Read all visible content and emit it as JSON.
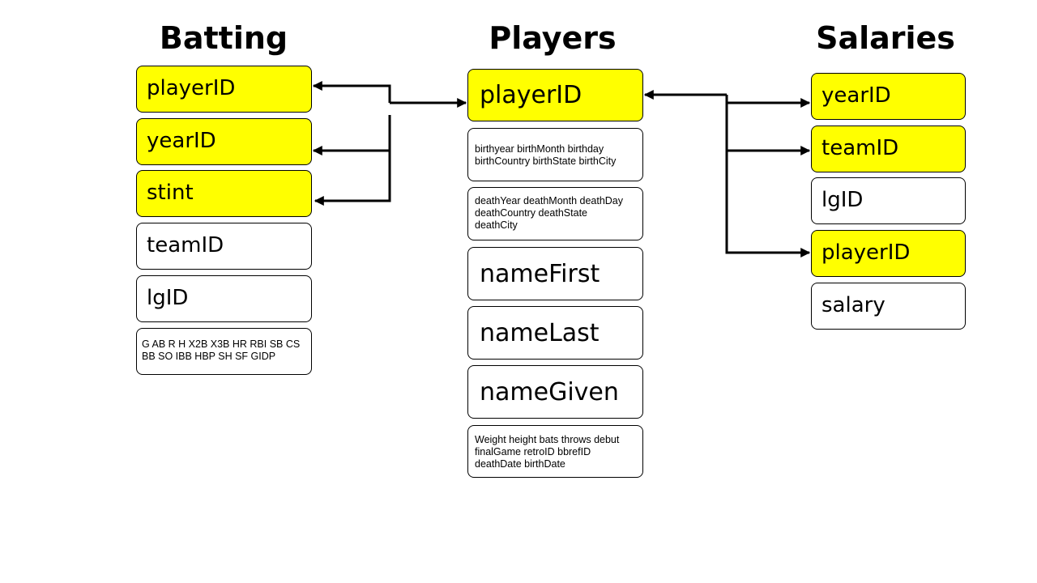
{
  "tables": {
    "batting": {
      "title": "Batting",
      "fields": [
        "playerID",
        "yearID",
        "stint",
        "teamID",
        "lgID",
        "G  AB R  H  X2B X3B  HR  RBI SB  CS\nBB  SO  IBB  HBP  SH  SF  GIDP"
      ]
    },
    "players": {
      "title": "Players",
      "fields": [
        "playerID",
        "birthyear birthMonth birthday\nbirthCountry  birthState  birthCity",
        "deathYear deathMonth deathDay\ndeathCountry   deathState\ndeathCity",
        "nameFirst",
        "nameLast",
        "nameGiven",
        "Weight height bats throws debut\nfinalGame  retroID bbrefID\ndeathDate birthDate"
      ]
    },
    "salaries": {
      "title": "Salaries",
      "fields": [
        "yearID",
        "teamID",
        "lgID",
        "playerID",
        "salary"
      ]
    }
  },
  "colors": {
    "key_field": "#ffff00",
    "field": "#ffffff",
    "border": "#000000"
  }
}
